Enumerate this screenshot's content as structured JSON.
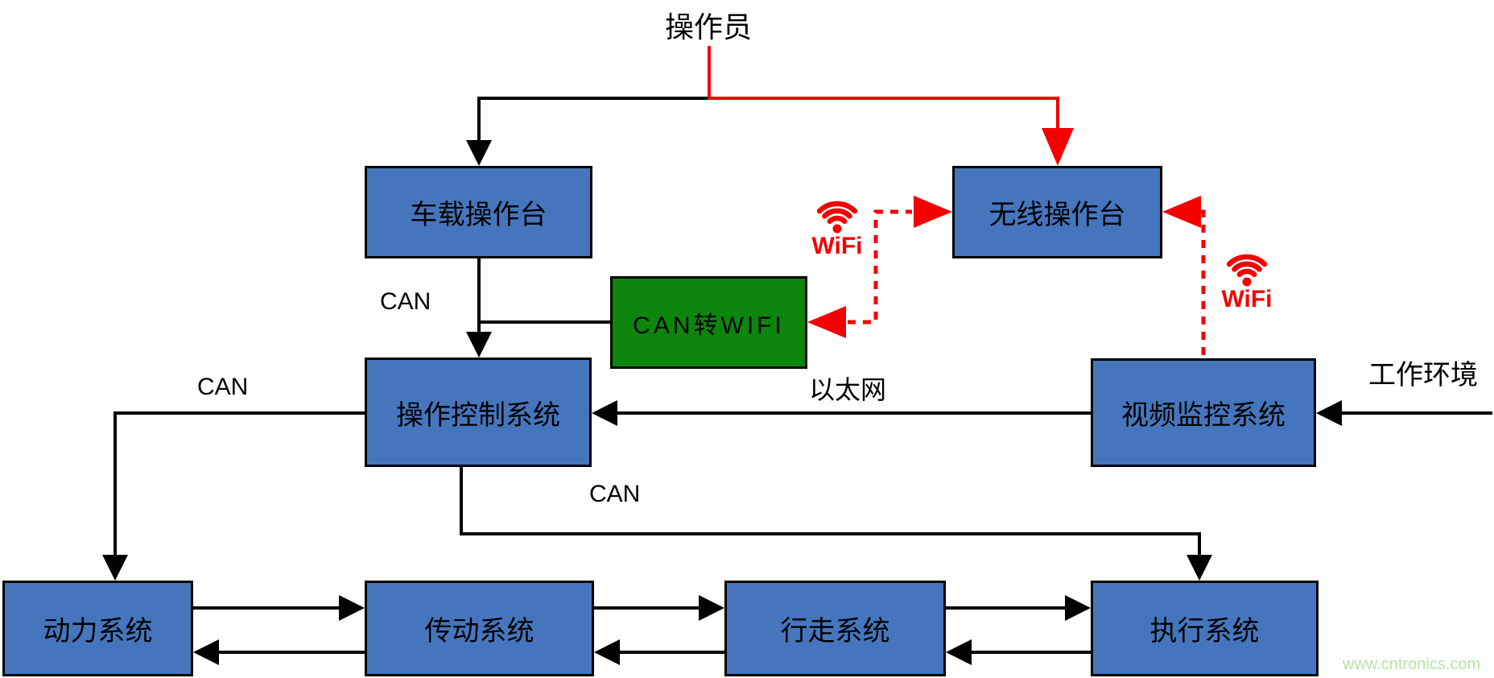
{
  "diagram": {
    "operator_label": "操作员",
    "environment_label": "工作环境",
    "nodes": {
      "vehicle_console": "车载操作台",
      "wireless_console": "无线操作台",
      "can_to_wifi": "CAN转WIFI",
      "control_system": "操作控制系统",
      "video_system": "视频监控系统",
      "power_system": "动力系统",
      "transmission_system": "传动系统",
      "walking_system": "行走系统",
      "execution_system": "执行系统"
    },
    "edge_labels": {
      "can_top": "CAN",
      "can_left": "CAN",
      "can_bottom": "CAN",
      "ethernet": "以太网",
      "wifi_left": "WiFi",
      "wifi_right": "WiFi"
    },
    "colors": {
      "node_blue": "#4576bd",
      "node_green": "#0c860c",
      "connector_black": "#000000",
      "connector_red": "#f40000",
      "watermark_green": "#b6e3a6"
    },
    "watermark": "www.cntronics.com"
  }
}
